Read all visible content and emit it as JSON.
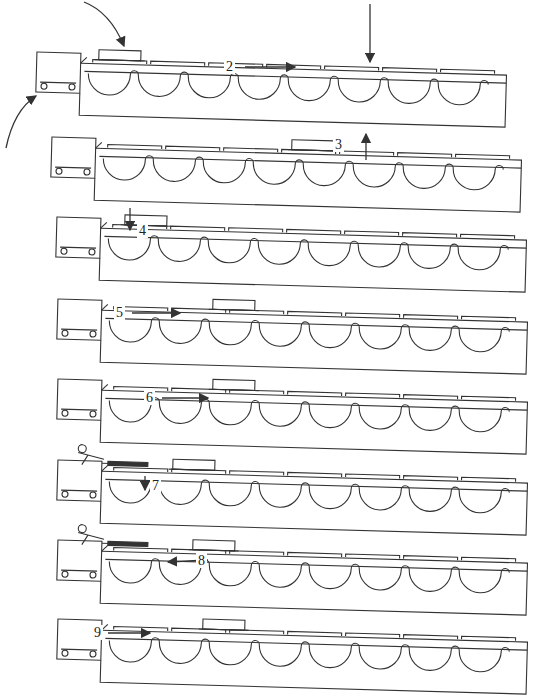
{
  "diagram": {
    "labels": [
      "2",
      "3",
      "4",
      "5",
      "6",
      "7",
      "8",
      "9"
    ]
  }
}
